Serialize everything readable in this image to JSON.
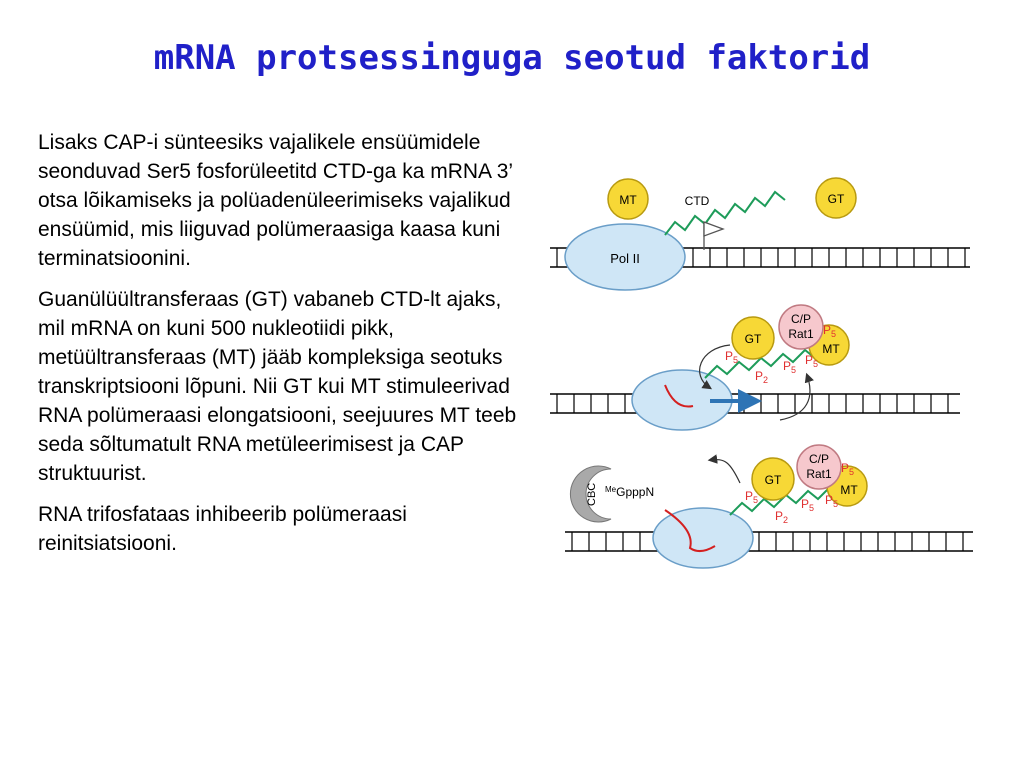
{
  "title": "mRNA protsessinguga seotud faktorid",
  "paragraphs": [
    "Lisaks CAP-i sünteesiks vajalikele ensüümidele seonduvad Ser5 fosforüleetitd CTD-ga ka mRNA 3’ otsa lõikamiseks ja polüadenüleerimiseks vajalikud ensüümid, mis liiguvad polümeraasiga kaasa kuni terminatsioonini.",
    "Guanülüültransferaas (GT) vabaneb CTD-lt ajaks, mil mRNA on kuni 500 nukleotiidi pikk, metüültransferaas (MT) jääb kompleksiga seotuks transkriptsiooni lõpuni. Nii GT kui MT stimuleerivad RNA polümeraasi elongatsiooni, seejuures MT teeb seda sõltumatult RNA metüleerimisest ja CAP struktuurist.",
    "RNA trifosfataas inhibeerib polümeraasi reinitsiatsiooni."
  ],
  "diagram": {
    "panel1": {
      "mt": "MT",
      "ctd": "CTD",
      "gt": "GT",
      "pol": "Pol II"
    },
    "panel2": {
      "gt": "GT",
      "cp1": "C/P",
      "cp2": "Rat1",
      "mt": "MT",
      "p": "P",
      "sub5": "5",
      "sub2": "2"
    },
    "panel3": {
      "cbc": "CBC",
      "me": "Me",
      "gpppn": "GpppN",
      "gt": "GT",
      "cp1": "C/P",
      "cp2": "Rat1",
      "mt": "MT",
      "p": "P",
      "sub5": "5",
      "sub2": "2"
    }
  },
  "colors": {
    "title": "#2020c8",
    "pol_fill": "#cfe6f6",
    "gt_fill": "#f7d836",
    "cp_fill": "#f6c8cd",
    "ctd": "#1e9c5a",
    "rna": "#d42020",
    "phospho": "#e03030",
    "arrow_blue": "#2e74b5",
    "cbc_fill": "#a9a9a9"
  }
}
